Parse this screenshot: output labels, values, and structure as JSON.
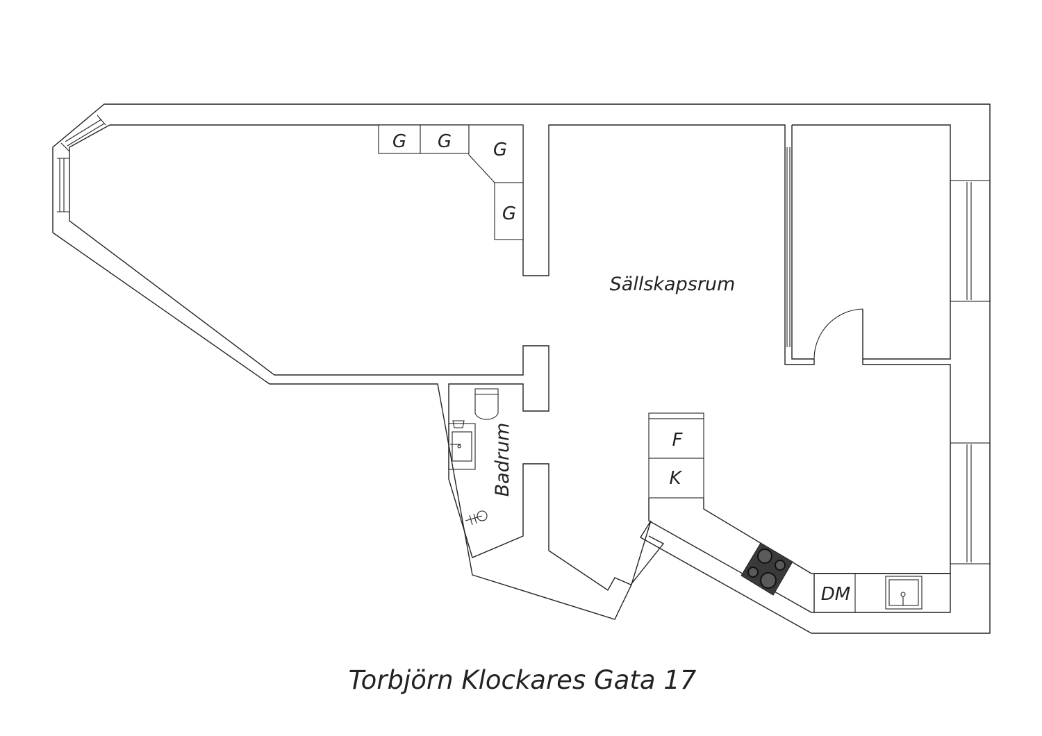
{
  "title": "Torbjörn Klockares Gata 17",
  "rooms": {
    "living": "Sällskapsrum",
    "bath": "Badrum"
  },
  "fixtures": {
    "wardrobe_1": "G",
    "wardrobe_2": "G",
    "wardrobe_3": "G",
    "wardrobe_4": "G",
    "freezer": "F",
    "fridge": "K",
    "dishwasher": "DM"
  },
  "icons": [
    "window-icon",
    "door-swing-icon",
    "toilet-icon",
    "sink-icon",
    "shower-icon",
    "stove-icon",
    "kitchen-sink-icon"
  ]
}
